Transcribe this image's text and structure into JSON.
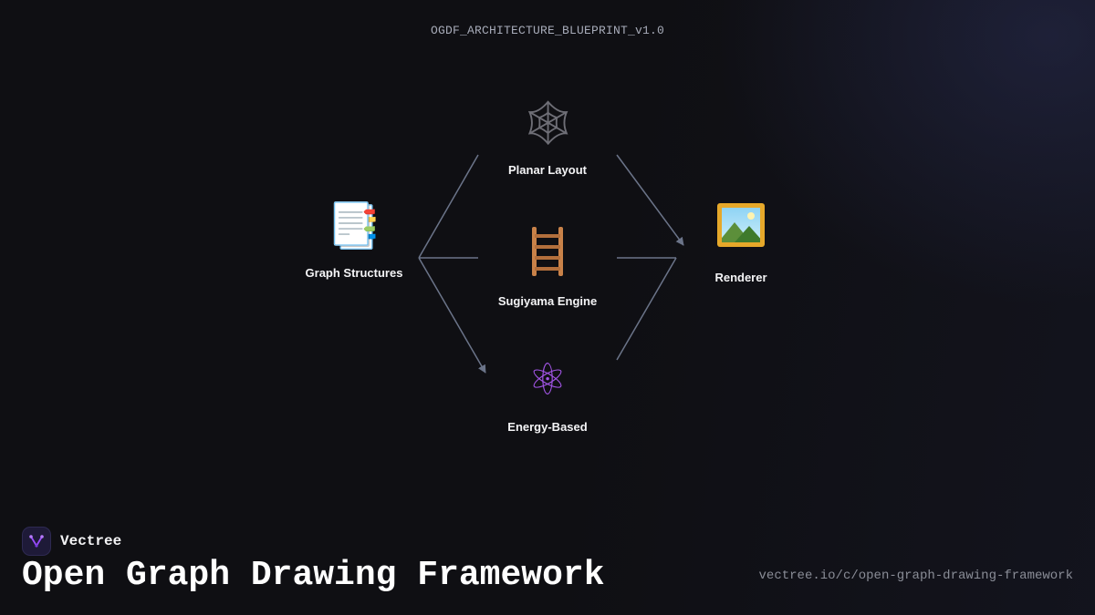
{
  "header": {
    "blueprint_label": "OGDF_ARCHITECTURE_BLUEPRINT_v1.0"
  },
  "diagram": {
    "edge_color": "#6b7489",
    "nodes": [
      {
        "id": "graph_structures",
        "label": "Graph Structures",
        "icon": "bookmark-tabs-icon",
        "glyph": "📑"
      },
      {
        "id": "planar_layout",
        "label": "Planar Layout",
        "icon": "spider-web-icon",
        "glyph": "🕸"
      },
      {
        "id": "sugiyama_engine",
        "label": "Sugiyama Engine",
        "icon": "ladder-icon"
      },
      {
        "id": "energy_based",
        "label": "Energy-Based",
        "icon": "atom-icon",
        "glyph": "⚛"
      },
      {
        "id": "renderer",
        "label": "Renderer",
        "icon": "framed-picture-icon"
      }
    ],
    "edges": [
      {
        "from": "graph_structures",
        "to": "planar_layout",
        "arrow": false
      },
      {
        "from": "graph_structures",
        "to": "sugiyama_engine",
        "arrow": false
      },
      {
        "from": "graph_structures",
        "to": "energy_based",
        "arrow": true
      },
      {
        "from": "planar_layout",
        "to": "renderer",
        "arrow": true
      },
      {
        "from": "sugiyama_engine",
        "to": "renderer",
        "arrow": false
      },
      {
        "from": "energy_based",
        "to": "renderer",
        "arrow": false
      }
    ]
  },
  "brand": {
    "name": "Vectree",
    "logo_icon": "vectree-logo-icon",
    "logo_color": "#9b4dff"
  },
  "footer": {
    "title": "Open Graph Drawing Framework",
    "url": "vectree.io/c/open-graph-drawing-framework"
  }
}
